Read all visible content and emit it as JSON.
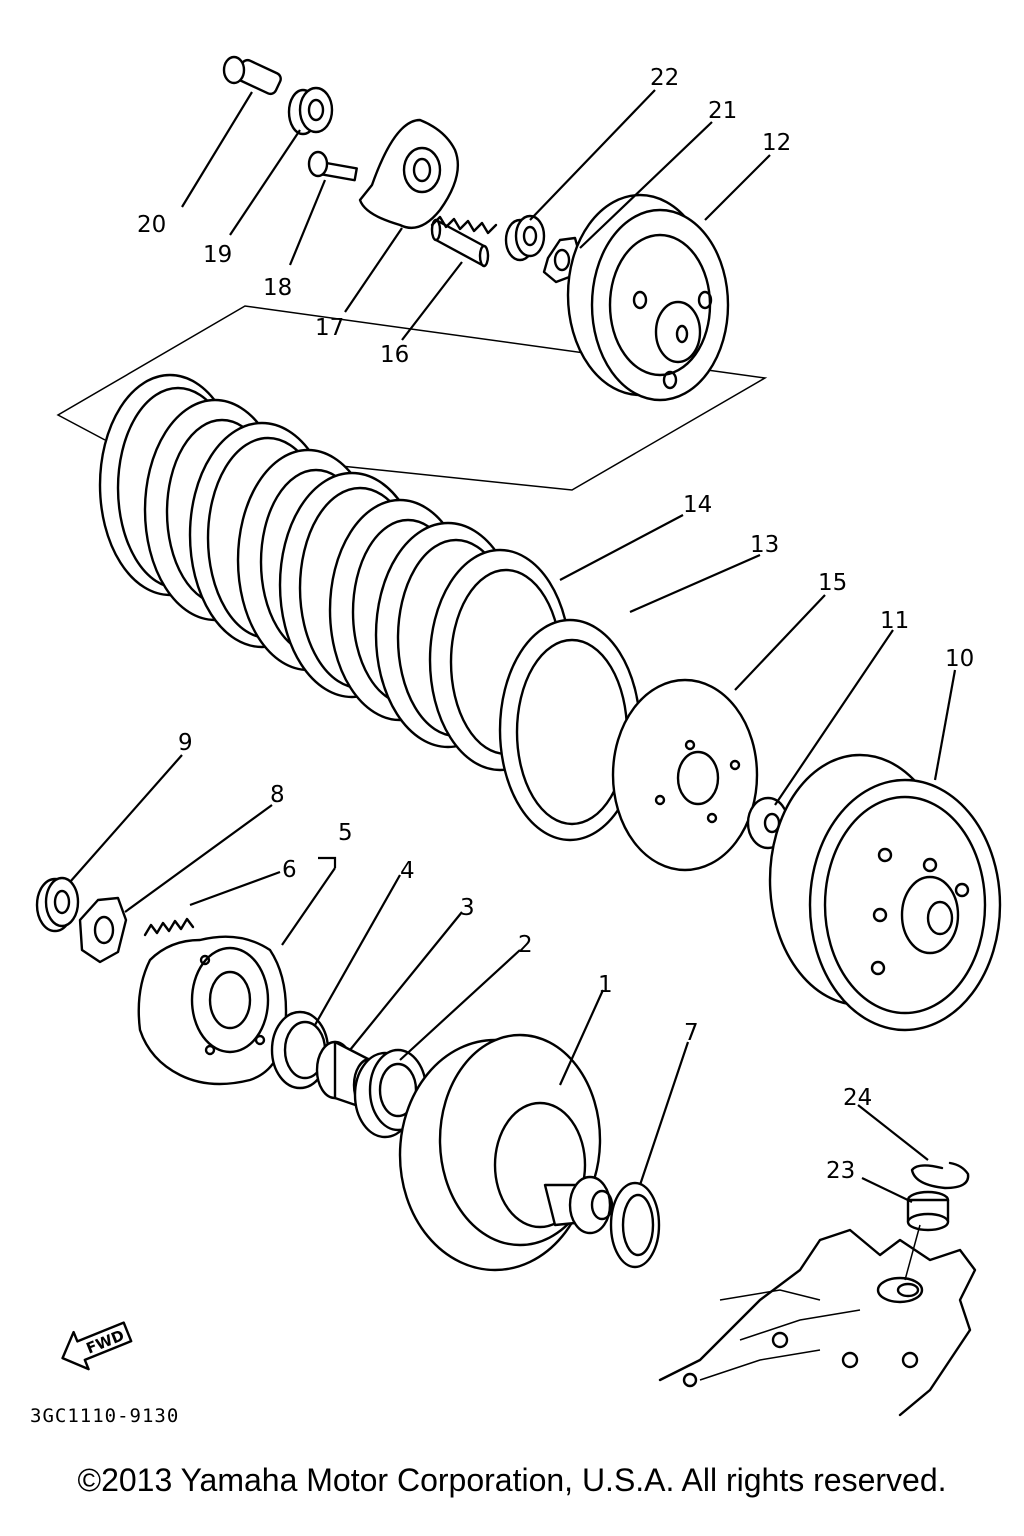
{
  "diagram": {
    "part_numbers": [
      "1",
      "2",
      "3",
      "4",
      "5",
      "6",
      "7",
      "8",
      "9",
      "10",
      "11",
      "12",
      "13",
      "14",
      "15",
      "16",
      "17",
      "18",
      "19",
      "20",
      "21",
      "22",
      "23",
      "24"
    ],
    "direction_label": "FWD",
    "figure_code": "3GC1110-9130"
  },
  "footer": {
    "copyright": "©2013 Yamaha Motor Corporation, U.S.A. All rights reserved."
  }
}
